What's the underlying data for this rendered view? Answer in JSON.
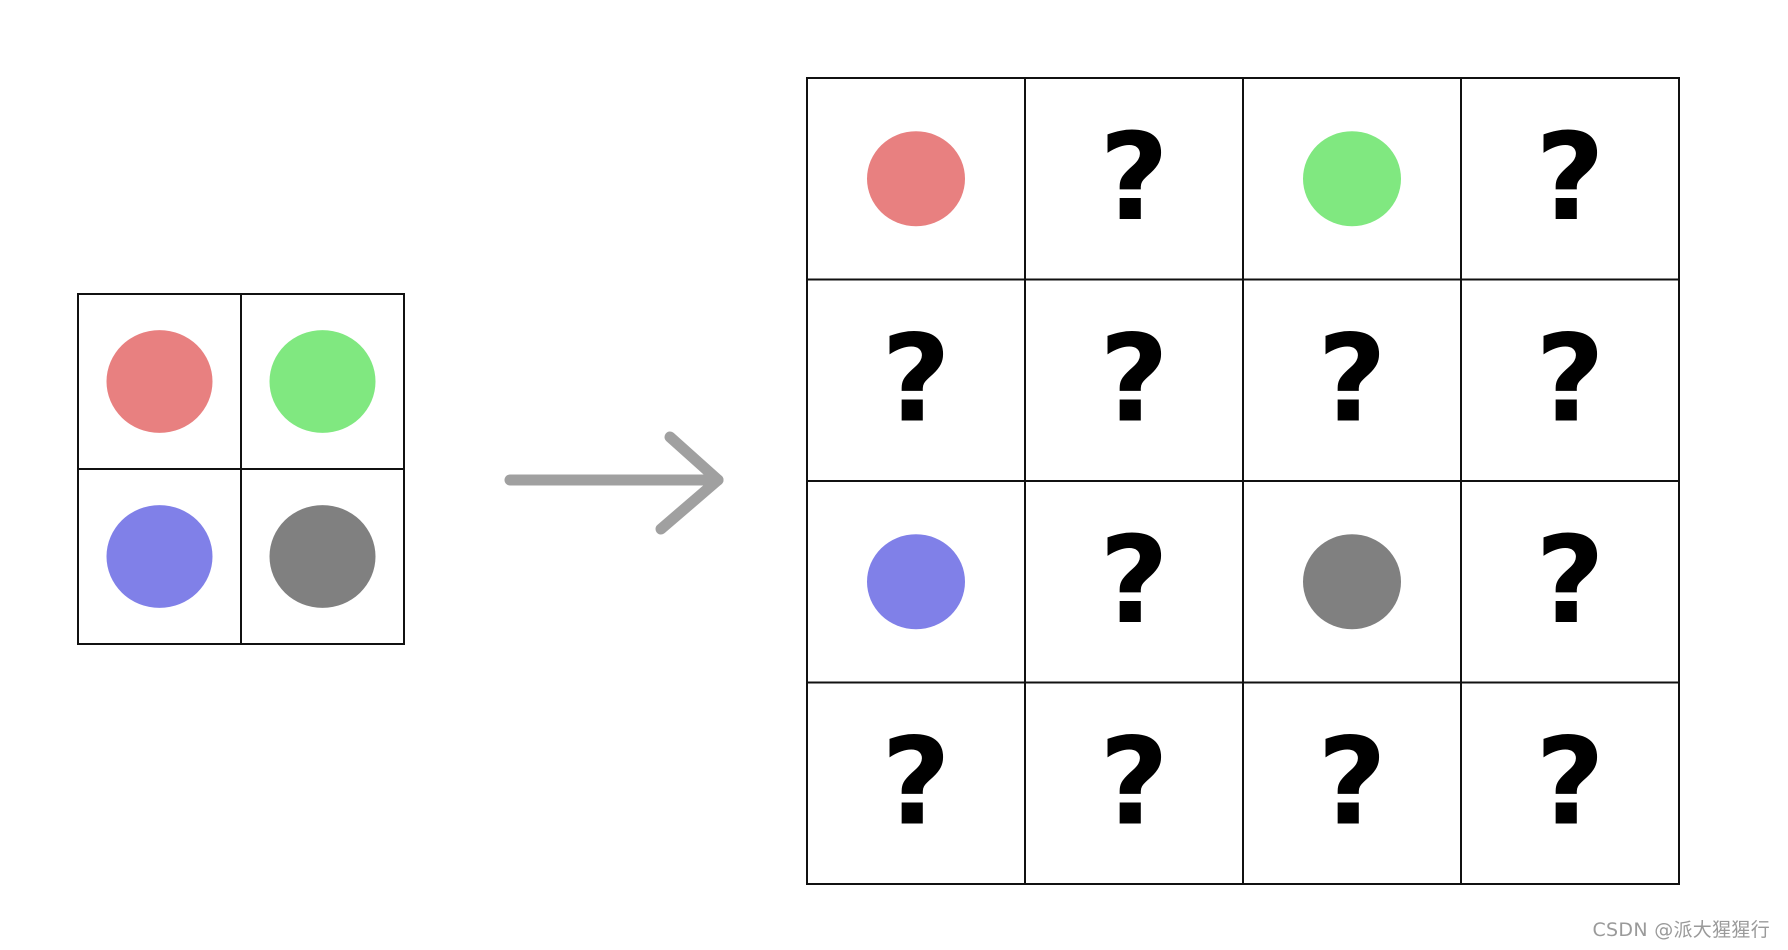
{
  "colors": {
    "red": "#e88080",
    "green": "#80e880",
    "blue": "#8080e8",
    "gray": "#808080",
    "arrow": "#a0a0a0",
    "grid_line": "#111111",
    "question_mark": "#000000"
  },
  "small_grid": {
    "rows": 2,
    "cols": 2,
    "cells": [
      [
        {
          "type": "dot",
          "color": "red"
        },
        {
          "type": "dot",
          "color": "green"
        }
      ],
      [
        {
          "type": "dot",
          "color": "blue"
        },
        {
          "type": "dot",
          "color": "gray"
        }
      ]
    ]
  },
  "large_grid": {
    "rows": 4,
    "cols": 4,
    "cells": [
      [
        {
          "type": "dot",
          "color": "red"
        },
        {
          "type": "unknown",
          "text": "?"
        },
        {
          "type": "dot",
          "color": "green"
        },
        {
          "type": "unknown",
          "text": "?"
        }
      ],
      [
        {
          "type": "unknown",
          "text": "?"
        },
        {
          "type": "unknown",
          "text": "?"
        },
        {
          "type": "unknown",
          "text": "?"
        },
        {
          "type": "unknown",
          "text": "?"
        }
      ],
      [
        {
          "type": "dot",
          "color": "blue"
        },
        {
          "type": "unknown",
          "text": "?"
        },
        {
          "type": "dot",
          "color": "gray"
        },
        {
          "type": "unknown",
          "text": "?"
        }
      ],
      [
        {
          "type": "unknown",
          "text": "?"
        },
        {
          "type": "unknown",
          "text": "?"
        },
        {
          "type": "unknown",
          "text": "?"
        },
        {
          "type": "unknown",
          "text": "?"
        }
      ]
    ]
  },
  "arrow_icon": "right-arrow-icon",
  "watermark": "CSDN @派大猩猩行"
}
